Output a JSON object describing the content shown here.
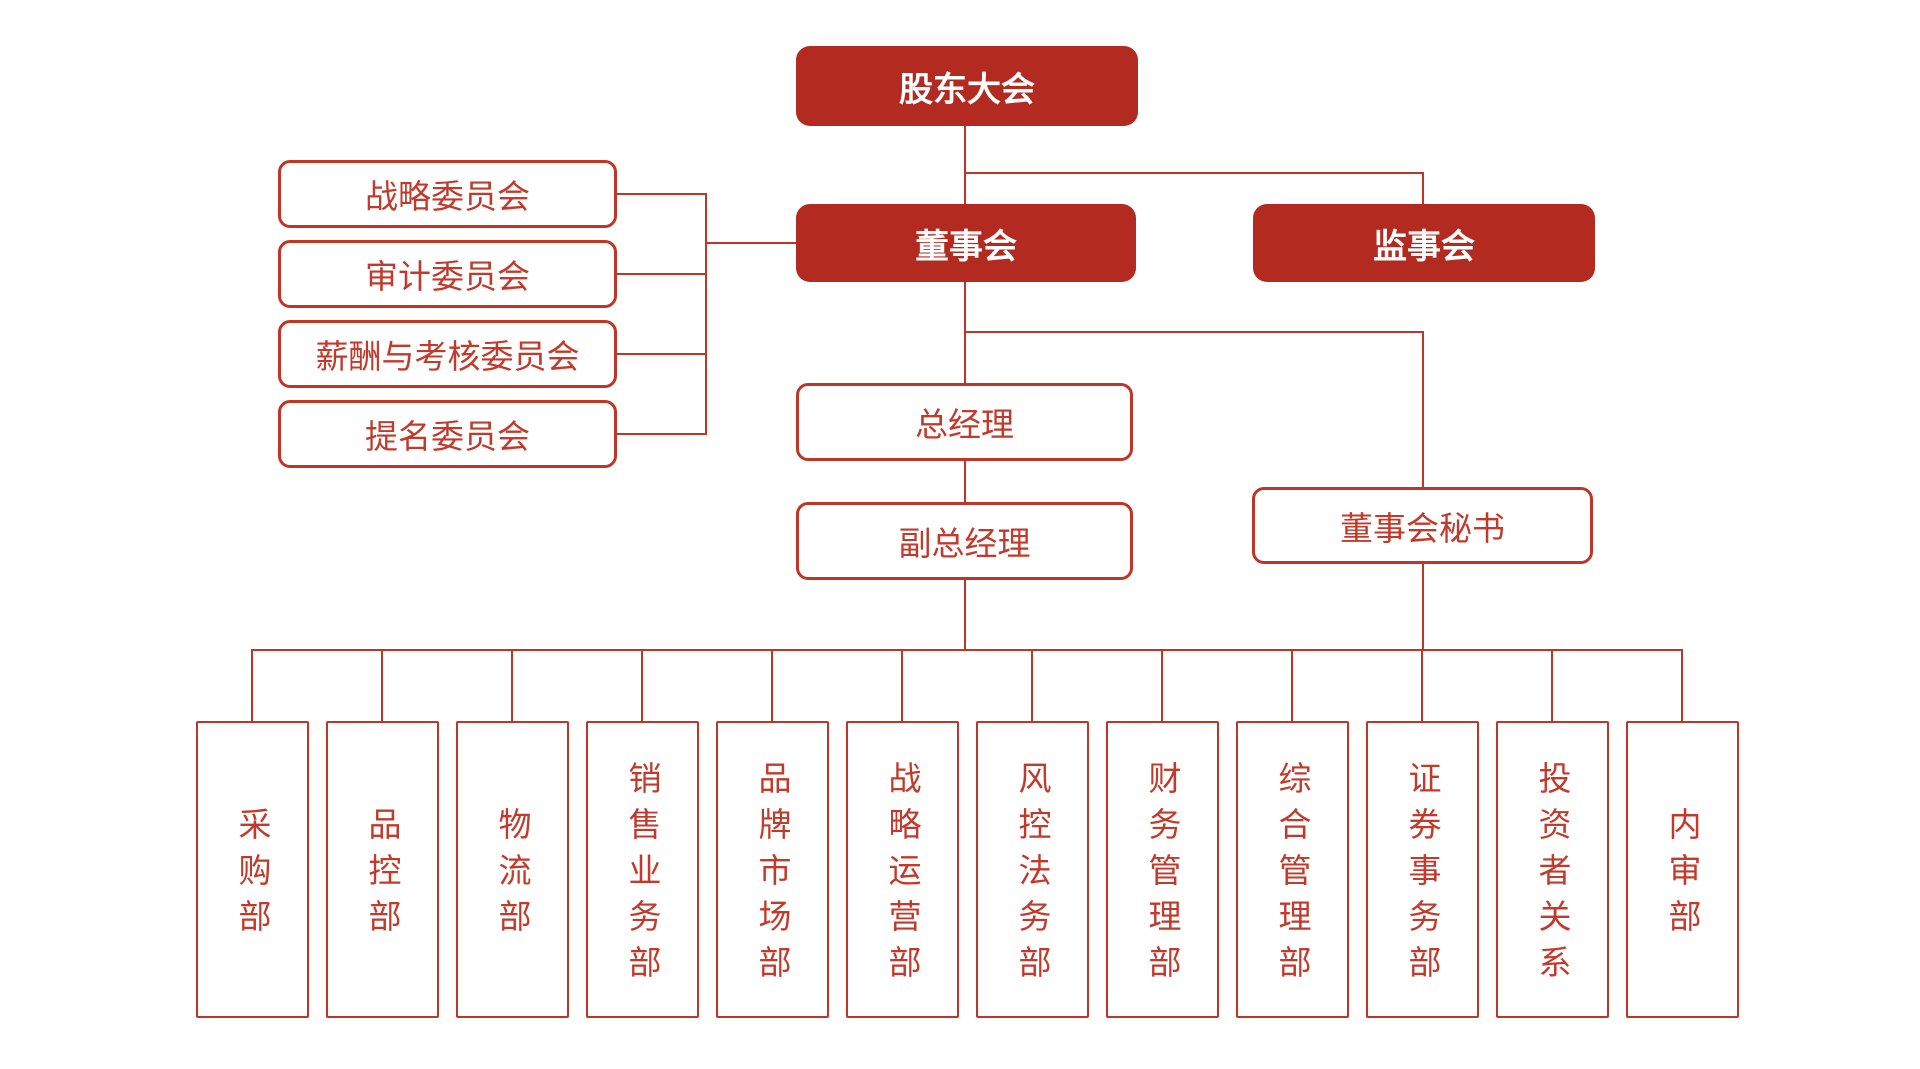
{
  "palette": {
    "fill_red": "#B32A20",
    "stroke_red": "#BF3628",
    "text_on_fill": "#FFFFFF"
  },
  "nodes": {
    "shareholders_meeting": {
      "label": "股东大会"
    },
    "board_of_directors": {
      "label": "董事会"
    },
    "supervisory_board": {
      "label": "监事会"
    },
    "committees": [
      {
        "label": "战略委员会"
      },
      {
        "label": "审计委员会"
      },
      {
        "label": "薪酬与考核委员会"
      },
      {
        "label": "提名委员会"
      }
    ],
    "general_manager": {
      "label": "总经理"
    },
    "deputy_general_manager": {
      "label": "副总经理"
    },
    "board_secretary": {
      "label": "董事会秘书"
    },
    "departments": [
      {
        "label": "采购部"
      },
      {
        "label": "品控部"
      },
      {
        "label": "物流部"
      },
      {
        "label": "销售业务部"
      },
      {
        "label": "品牌市场部"
      },
      {
        "label": "战略运营部"
      },
      {
        "label": "风控法务部"
      },
      {
        "label": "财务管理部"
      },
      {
        "label": "综合管理部"
      },
      {
        "label": "证券事务部"
      },
      {
        "label": "投资者关系"
      },
      {
        "label": "内审部"
      }
    ]
  }
}
